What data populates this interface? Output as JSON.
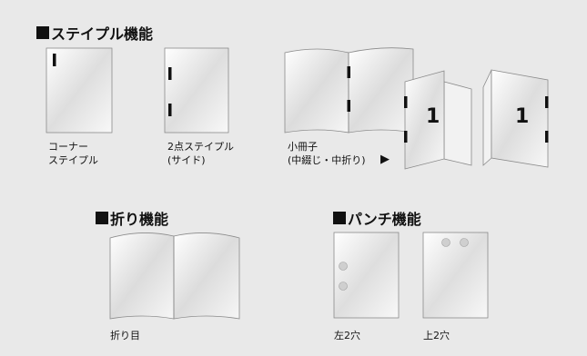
{
  "sections": {
    "staple": {
      "title": "ステイプル機能"
    },
    "fold": {
      "title": "折り機能"
    },
    "punch": {
      "title": "パンチ機能"
    }
  },
  "captions": {
    "corner_staple": "コーナー\nステイプル",
    "two_point_staple": "2点ステイプル\n(サイド)",
    "booklet": "小冊子\n(中綴じ・中折り)",
    "fold": "折り目",
    "punch_left": "左2穴",
    "punch_top": "上2穴"
  },
  "booklet_pages": {
    "left": "1",
    "right": "1"
  },
  "arrow_symbol": "▶",
  "colors": {
    "background": "#e9e9e9",
    "ink": "#111111",
    "paper_edge": "#8a8a8a"
  }
}
